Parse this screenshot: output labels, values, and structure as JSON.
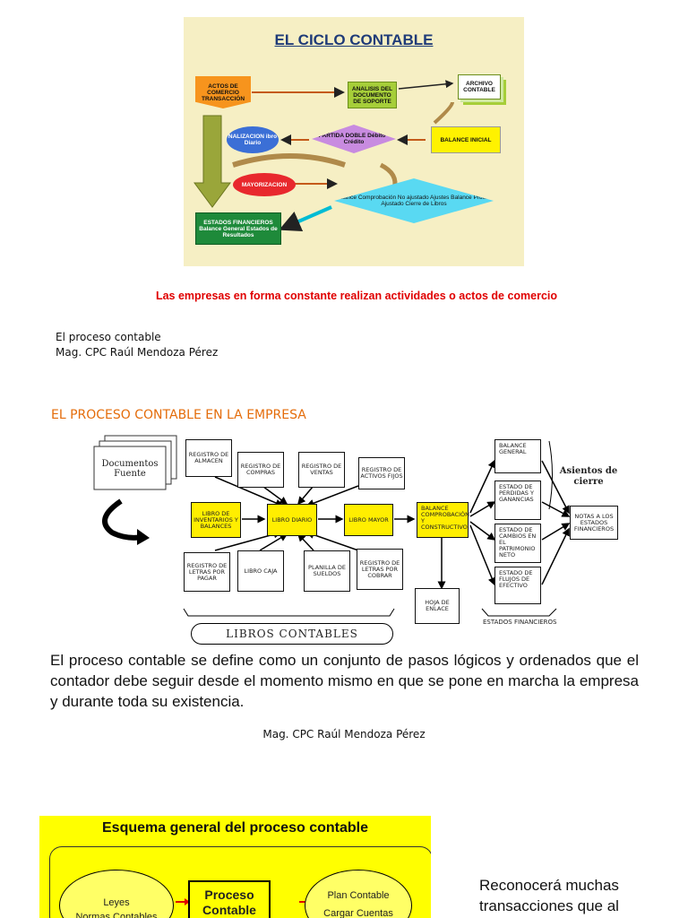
{
  "slide1": {
    "title": "EL CICLO CONTABLE",
    "actos": "ACTOS DE COMERCIO TRANSACCIÓN",
    "analisis": "ANALISIS DEL DOCUMENTO DE SOPORTE",
    "archivo": "ARCHIVO CONTABLE",
    "balance_inicial": "BALANCE INICIAL",
    "partida": "PARTIDA DOBLE Débito - Crédito",
    "analizacion": "NALIZACION ibro Diario",
    "mayorizacion": "MAYORIZACION",
    "balances": "Balance Comprobación No ajustado Ajustes Balance Prueba Ajustado Cierre de Libros",
    "estados_title": "ESTADOS FINANCIEROS",
    "estados_body": "Balance General Estados de Resultados"
  },
  "caption_red": "Las empresas en forma constante realizan actividades o actos de comercio",
  "credit1_line1": "El proceso contable",
  "credit1_line2": "Mag. CPC Raúl Mendoza Pérez",
  "section2_heading": "EL PROCESO CONTABLE EN LA EMPRESA",
  "diagram2": {
    "documentos": "Documentos Fuente",
    "registro_almacen": "REGISTRO DE ALMACEN",
    "registro_compras": "REGISTRO DE COMPRAS",
    "registro_ventas": "REGISTRO DE VENTAS",
    "registro_activos": "REGISTRO DE ACTIVOS FIJOS",
    "libro_inventarios": "LIBRO DE INVENTARIOS Y BALANCES",
    "libro_diario": "LIBRO DIARIO",
    "libro_mayor": "LIBRO MAYOR",
    "balance": "BALANCE comprobación y constructivo",
    "registro_letras_pagar": "REGISTRO DE LETRAS POR PAGAR",
    "libro_caja": "LIBRO CAJA",
    "planilla": "PLANILLA DE SUELDOS",
    "registro_letras_cobrar": "REGISTRO DE LETRAS POR COBRAR",
    "hoja_enlace": "HOJA DE ENLACE",
    "balance_general": "BALANCE GENERAL",
    "estado_perdidas": "ESTADO DE PERDIDAS Y GANANCIAS",
    "estado_cambios": "ESTADO DE CAMBIOS EN EL PATRIMONIO NETO",
    "estado_flujos": "ESTADO DE FLUJOS DE EFECTIVO",
    "notas": "NOTAS A LOS ESTADOS FINANCIEROS",
    "asientos": "Asientos de cierre",
    "estados_financieros": "ESTADOS FINANCIEROS",
    "libros_contables": "LIBROS CONTABLES"
  },
  "paragraph": "El proceso contable se define como un conjunto de pasos lógicos y ordenados que el contador debe seguir desde el momento mismo en que se pone en marcha la empresa y durante toda su existencia.",
  "credit2": "Mag. CPC Raúl Mendoza Pérez",
  "slide3": {
    "title": "Esquema general del proceso contable",
    "left_line1": "Leyes",
    "left_line2": "Normas Contables",
    "center": "Proceso Contable",
    "right_line1": "Plan Contable",
    "right_line2": "Cargar Cuentas"
  },
  "side_text": "Reconocerá muchas transacciones que al"
}
